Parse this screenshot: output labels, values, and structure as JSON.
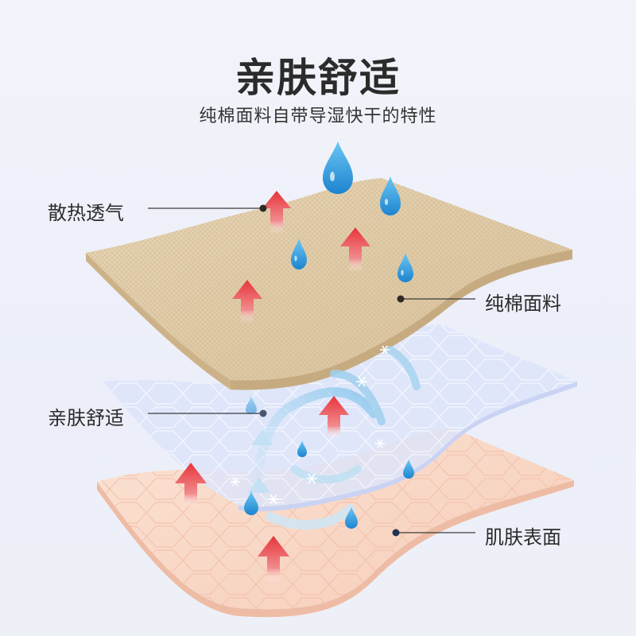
{
  "header": {
    "title": "亲肤舒适",
    "subtitle": "纯棉面料自带导湿快干的特性"
  },
  "callouts": {
    "heat": "散热透气",
    "cotton": "纯棉面料",
    "comfort": "亲肤舒适",
    "skin": "肌肤表面"
  },
  "colors": {
    "cotton": "#e3cfae",
    "mesh": "#dfe6fb",
    "skin": "#f9d9c9",
    "arrow_red": "#e23b3b",
    "water_blue": "#2f9be0",
    "callout_dot": "#3a2f2a"
  }
}
